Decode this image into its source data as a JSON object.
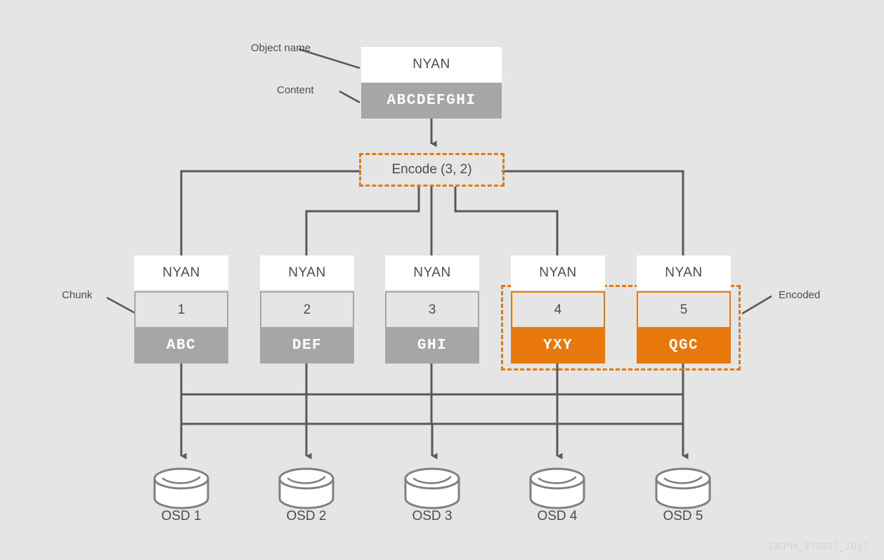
{
  "diagram": {
    "background": "#e5e5e5",
    "accent_orange": "#e8780c",
    "gray_dark": "#595959",
    "gray_mid": "#a6a6a6",
    "object": {
      "name_label": "Object name",
      "content_label": "Content",
      "name": "NYAN",
      "content": "ABCDEFGHI"
    },
    "encode": {
      "label": "Encode (3, 2)"
    },
    "annotations": {
      "chunk_label": "Chunk",
      "encoded_label": "Encoded"
    },
    "chunks": [
      {
        "name": "NYAN",
        "index": "1",
        "content": "ABC",
        "encoded": false
      },
      {
        "name": "NYAN",
        "index": "2",
        "content": "DEF",
        "encoded": false
      },
      {
        "name": "NYAN",
        "index": "3",
        "content": "GHI",
        "encoded": false
      },
      {
        "name": "NYAN",
        "index": "4",
        "content": "YXY",
        "encoded": true
      },
      {
        "name": "NYAN",
        "index": "5",
        "content": "QGC",
        "encoded": true
      }
    ],
    "osds": [
      {
        "label": "OSD 1"
      },
      {
        "label": "OSD 2"
      },
      {
        "label": "OSD 3"
      },
      {
        "label": "OSD 4"
      },
      {
        "label": "OSD 5"
      }
    ],
    "watermark": "CEPH_378927_1017"
  }
}
